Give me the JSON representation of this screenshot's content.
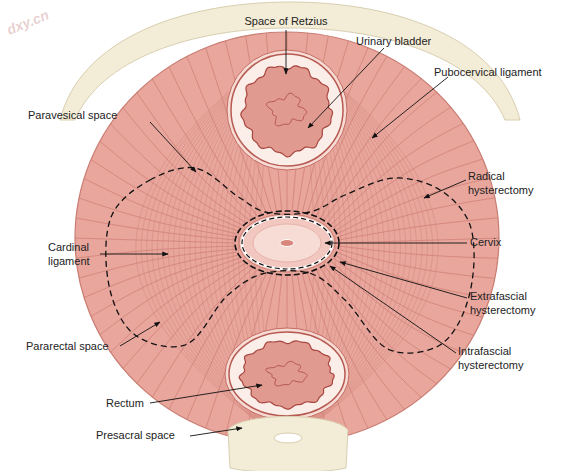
{
  "diagram": {
    "labels": [
      "dxy.cn",
      "Space of Retzius",
      "Urinary bladder",
      "Pubocervical ligament",
      "Paravesical space",
      "Radical hysterectomy",
      "Cardinal ligament",
      "Cervix",
      "Extrafascial hysterectomy",
      "Intrafascial hysterectomy",
      "Pararectal space",
      "Rectum",
      "Presacral space"
    ]
  }
}
